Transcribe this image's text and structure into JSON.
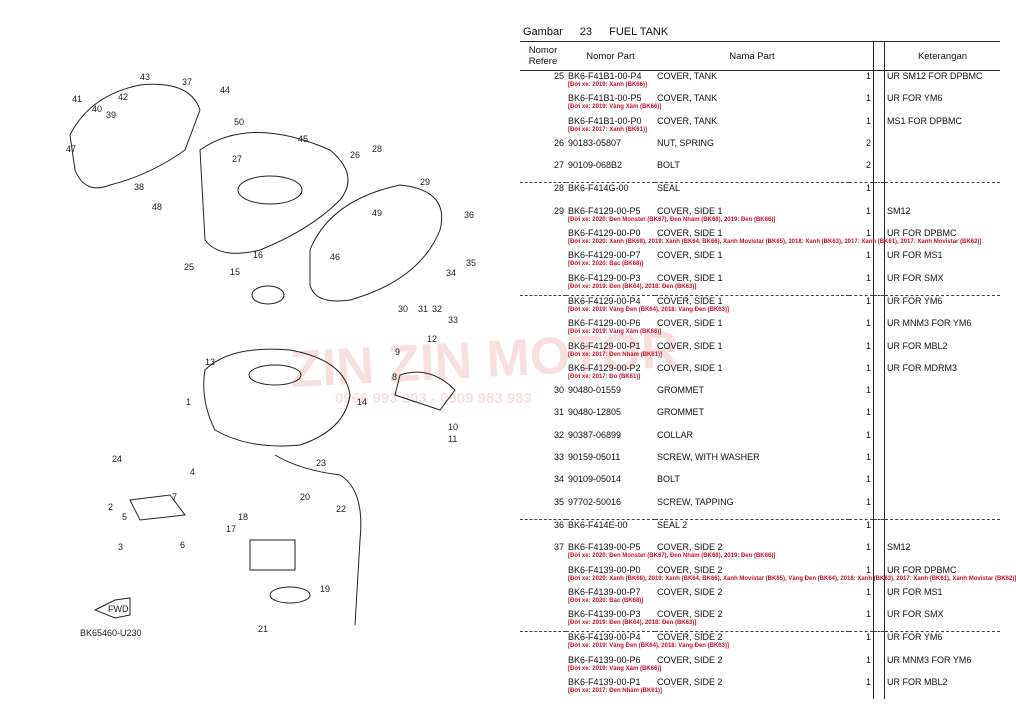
{
  "header": {
    "gambar_label": "Gambar",
    "figure_no": "23",
    "title": "FUEL TANK"
  },
  "columns": {
    "ref": "Nomor Refere",
    "part_no": "Nomor Part",
    "name": "Nama Part",
    "remark": "Keterangan"
  },
  "diagram": {
    "code": "BK65460-U230",
    "fwd": "FWD",
    "callouts": [
      "1",
      "2",
      "3",
      "4",
      "5",
      "6",
      "7",
      "8",
      "9",
      "10",
      "11",
      "12",
      "13",
      "14",
      "15",
      "16",
      "17",
      "18",
      "19",
      "20",
      "21",
      "22",
      "23",
      "24",
      "25",
      "26",
      "27",
      "28",
      "29",
      "30",
      "31",
      "32",
      "33",
      "34",
      "35",
      "36",
      "37",
      "38",
      "39",
      "40",
      "41",
      "42",
      "43",
      "44",
      "45",
      "46",
      "47",
      "48",
      "49",
      "50"
    ]
  },
  "watermark": {
    "brand": "ZIN ZIN MOTOR",
    "phone": "0966 993 993 - 0909 983 983"
  },
  "rows": [
    {
      "ref": "25",
      "pn": "BK6-F41B1-00-P4",
      "name": "COVER, TANK",
      "qty": "1",
      "rem": "UR SM12 FOR DPBMC",
      "note": "[Đời xe: 2019: Xanh (BK66)]",
      "sep": false
    },
    {
      "ref": "",
      "pn": "BK6-F41B1-00-P5",
      "name": "COVER, TANK",
      "qty": "1",
      "rem": "UR FOR YM6",
      "note": "[Đời xe: 2019: Vàng Xám (BK66)]",
      "sep": false
    },
    {
      "ref": "",
      "pn": "BK6-F41B1-00-P0",
      "name": "COVER, TANK",
      "qty": "1",
      "rem": "MS1 FOR DPBMC",
      "note": "[Đời xe: 2017: Xanh (BK61)]",
      "sep": false
    },
    {
      "ref": "26",
      "pn": "90183-05807",
      "name": "NUT, SPRING",
      "qty": "2",
      "rem": "",
      "note": "",
      "sep": false
    },
    {
      "ref": "27",
      "pn": "90109-068B2",
      "name": "BOLT",
      "qty": "2",
      "rem": "",
      "note": "",
      "sep": false
    },
    {
      "ref": "28",
      "pn": "BK6-F414G-00",
      "name": "SEAL",
      "qty": "1",
      "rem": "",
      "note": "",
      "sep": true
    },
    {
      "ref": "29",
      "pn": "BK6-F4129-00-P5",
      "name": "COVER, SIDE 1",
      "qty": "1",
      "rem": "SM12",
      "note": "[Đời xe: 2020: Đen Monster (BK67), Đen Nhám (BK68), 2019: Đen (BK66)]",
      "sep": false
    },
    {
      "ref": "",
      "pn": "BK6-F4129-00-P0",
      "name": "COVER, SIDE 1",
      "qty": "1",
      "rem": "UR FOR DPBMC",
      "note": "[Đời xe: 2020: Xanh (BK68), 2019: Xanh (BK64, BK66), Xanh Movistar (BK65), 2018: Xanh (BK63), 2017: Xanh (BK61), 2017: Xanh Movistar (BK62)]",
      "sep": false
    },
    {
      "ref": "",
      "pn": "BK6-F4129-00-P7",
      "name": "COVER, SIDE 1",
      "qty": "1",
      "rem": "UR FOR MS1",
      "note": "[Đời xe: 2020: Bạc (BK68)]",
      "sep": false
    },
    {
      "ref": "",
      "pn": "BK6-F4129-00-P3",
      "name": "COVER, SIDE 1",
      "qty": "1",
      "rem": "UR FOR SMX",
      "note": "[Đời xe: 2019: Đen (BK64), 2018: Đen (BK63)]",
      "sep": false
    },
    {
      "ref": "",
      "pn": "BK6-F4129-00-P4",
      "name": "COVER, SIDE 1",
      "qty": "1",
      "rem": "UR FOR YM6",
      "note": "[Đời xe: 2019: Vàng Đen (BK64), 2018: Vàng Đen (BK63)]",
      "sep": true
    },
    {
      "ref": "",
      "pn": "BK6-F4129-00-P6",
      "name": "COVER, SIDE 1",
      "qty": "1",
      "rem": "UR MNM3 FOR YM6",
      "note": "[Đời xe: 2019: Vàng Xám (BK66)]",
      "sep": false
    },
    {
      "ref": "",
      "pn": "BK6-F4129-00-P1",
      "name": "COVER, SIDE 1",
      "qty": "1",
      "rem": "UR FOR MBL2",
      "note": "[Đời xe: 2017: Đen Nhám (BK61)]",
      "sep": false
    },
    {
      "ref": "",
      "pn": "BK6-F4129-00-P2",
      "name": "COVER, SIDE 1",
      "qty": "1",
      "rem": "UR FOR MDRM3",
      "note": "[Đời xe: 2017: Đỏ (BK61)]",
      "sep": false
    },
    {
      "ref": "30",
      "pn": "90480-01559",
      "name": "GROMMET",
      "qty": "1",
      "rem": "",
      "note": "",
      "sep": false
    },
    {
      "ref": "31",
      "pn": "90480-12805",
      "name": "GROMMET",
      "qty": "1",
      "rem": "",
      "note": "",
      "sep": false
    },
    {
      "ref": "32",
      "pn": "90387-06899",
      "name": "COLLAR",
      "qty": "1",
      "rem": "",
      "note": "",
      "sep": false
    },
    {
      "ref": "33",
      "pn": "90159-05011",
      "name": "SCREW, WITH WASHER",
      "qty": "1",
      "rem": "",
      "note": "",
      "sep": false
    },
    {
      "ref": "34",
      "pn": "90109-05014",
      "name": "BOLT",
      "qty": "1",
      "rem": "",
      "note": "",
      "sep": false
    },
    {
      "ref": "35",
      "pn": "97702-50016",
      "name": "SCREW, TAPPING",
      "qty": "1",
      "rem": "",
      "note": "",
      "sep": false
    },
    {
      "ref": "36",
      "pn": "BK6-F414E-00",
      "name": "SEAL 2",
      "qty": "1",
      "rem": "",
      "note": "",
      "sep": true
    },
    {
      "ref": "37",
      "pn": "BK6-F4139-00-P5",
      "name": "COVER, SIDE 2",
      "qty": "1",
      "rem": "SM12",
      "note": "[Đời xe: 2020: Đen Monster (BK67), Đen Nhám (BK68), 2019: Đen (BK66)]",
      "sep": false
    },
    {
      "ref": "",
      "pn": "BK6-F4139-00-P0",
      "name": "COVER, SIDE 2",
      "qty": "1",
      "rem": "UR FOR DPBMC",
      "note": "[Đời xe: 2020: Xanh (BK68), 2019: Xanh (BK64, BK66), Xanh Movistar (BK65), Vàng Đen (BK64), 2018: Xanh (BK63), 2017: Xanh (BK61), Xanh Movistar (BK62)]",
      "sep": false
    },
    {
      "ref": "",
      "pn": "BK6-F4139-00-P7",
      "name": "COVER, SIDE 2",
      "qty": "1",
      "rem": "UR FOR MS1",
      "note": "[Đời xe: 2020: Bạc (BK68)]",
      "sep": false
    },
    {
      "ref": "",
      "pn": "BK6-F4139-00-P3",
      "name": "COVER, SIDE 2",
      "qty": "1",
      "rem": "UR FOR SMX",
      "note": "[Đời xe: 2019: Đen (BK64), 2018: Đen (BK63)]",
      "sep": false
    },
    {
      "ref": "",
      "pn": "BK6-F4139-00-P4",
      "name": "COVER, SIDE 2",
      "qty": "1",
      "rem": "UR FOR YM6",
      "note": "[Đời xe: 2019: Vàng Đen (BK64), 2018: Vàng Đen (BK63)]",
      "sep": true
    },
    {
      "ref": "",
      "pn": "BK6-F4139-00-P6",
      "name": "COVER, SIDE 2",
      "qty": "1",
      "rem": "UR MNM3 FOR YM6",
      "note": "[Đời xe: 2019: Vàng Xám (BK66)]",
      "sep": false
    },
    {
      "ref": "",
      "pn": "BK6-F4139-00-P1",
      "name": "COVER, SIDE 2",
      "qty": "1",
      "rem": "UR FOR MBL2",
      "note": "[Đời xe: 2017: Đen Nhám (BK61)]",
      "sep": false
    }
  ]
}
